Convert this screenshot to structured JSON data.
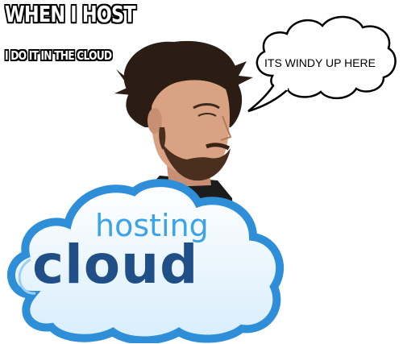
{
  "meme": {
    "top_caption": "WHEN I HOST",
    "bottom_caption": "I DO IT IN THE CLOUD"
  },
  "speech_bubble": {
    "text": "ITS WINDY UP HERE"
  },
  "logo": {
    "word_top": "hosting",
    "word_bottom": "cloud"
  },
  "colors": {
    "logo_light_blue": "#3ba3e6",
    "logo_dark_blue": "#1f4f86",
    "cloud_outline": "#2e8fd8",
    "cloud_fill": "#eef7fd"
  },
  "icons": [
    "speech-bubble-icon",
    "cloud-logo-icon"
  ]
}
